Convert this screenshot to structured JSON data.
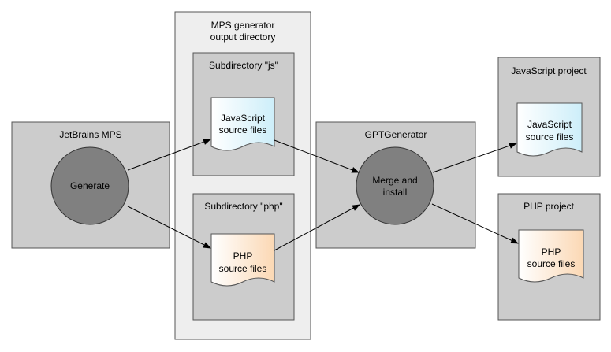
{
  "outer_container": {
    "title_line1": "MPS generator",
    "title_line2": "output directory"
  },
  "subdir_js": {
    "title": "Subdirectory \"js\"",
    "doc_line1": "JavaScript",
    "doc_line2": "source files"
  },
  "subdir_php": {
    "title": "Subdirectory \"php\"",
    "doc_line1": "PHP",
    "doc_line2": "source files"
  },
  "jetbrains": {
    "title": "JetBrains MPS",
    "circle_label": "Generate"
  },
  "gpt": {
    "title": "GPTGenerator",
    "circle_line1": "Merge and",
    "circle_line2": "install"
  },
  "js_project": {
    "title": "JavaScript project",
    "doc_line1": "JavaScript",
    "doc_line2": "source files"
  },
  "php_project": {
    "title": "PHP project",
    "doc_line1": "PHP",
    "doc_line2": "source files"
  },
  "colors": {
    "box_fill": "#cccccc",
    "outer_fill": "#eeeeee",
    "circle_fill": "#808080",
    "js_doc_fill": "#dff3fb",
    "php_doc_fill": "#fde6cf"
  }
}
